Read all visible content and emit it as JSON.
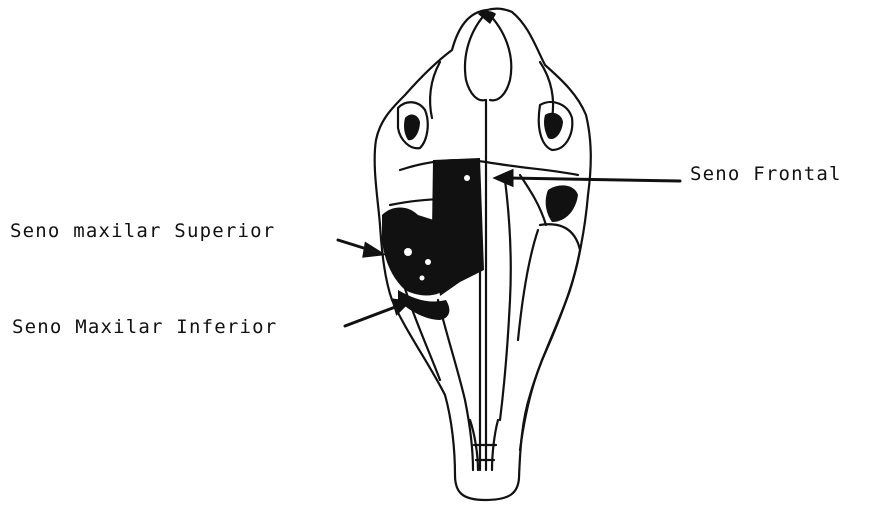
{
  "diagram": {
    "labels": {
      "frontal_sinus": "Seno Frontal",
      "superior_maxillary_sinus": "Seno maxilar Superior",
      "inferior_maxillary_sinus": "Seno Maxilar Inferior"
    },
    "colors": {
      "ink": "#111111",
      "background": "#ffffff"
    }
  }
}
